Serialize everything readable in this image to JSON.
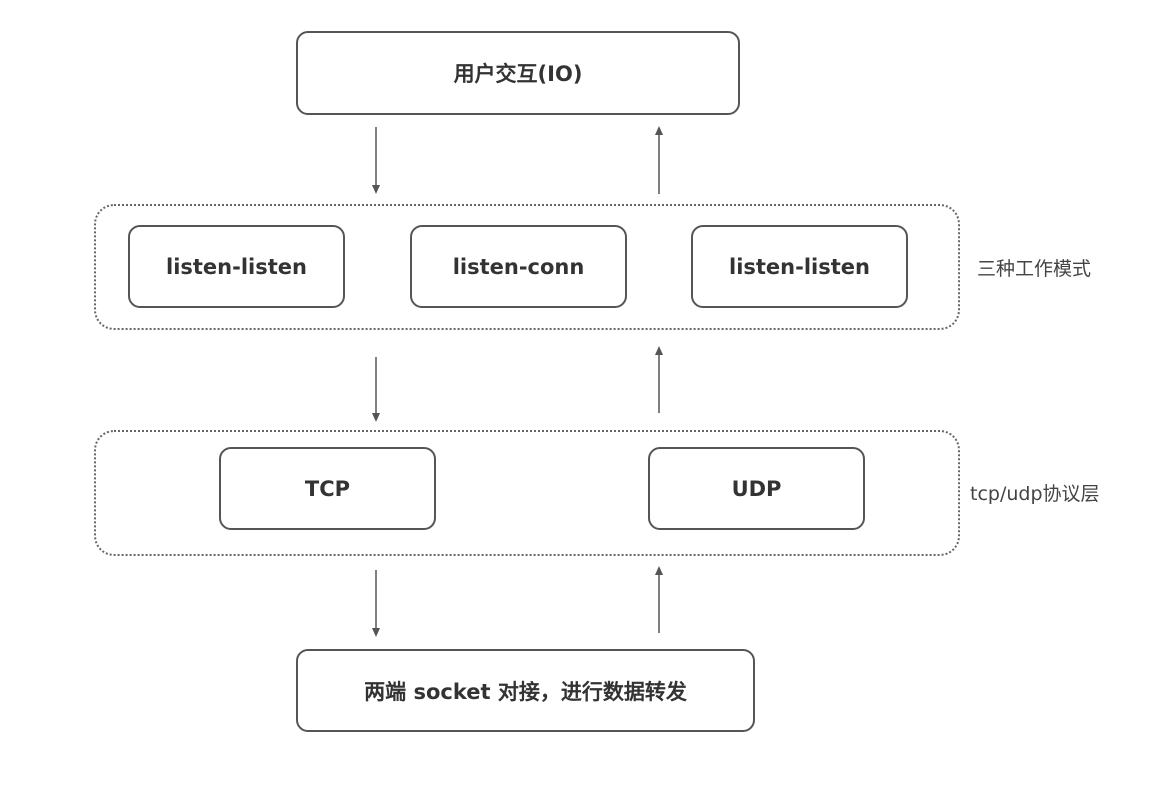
{
  "top": {
    "label": "用户交互(IO)"
  },
  "modes": {
    "side_label": "三种工作模式",
    "items": [
      {
        "label": "listen-listen"
      },
      {
        "label": "listen-conn"
      },
      {
        "label": "listen-listen"
      }
    ]
  },
  "protocols": {
    "side_label": "tcp/udp协议层",
    "items": [
      {
        "label": "TCP"
      },
      {
        "label": "UDP"
      }
    ]
  },
  "bottom": {
    "label": "两端 socket 对接，进行数据转发"
  }
}
